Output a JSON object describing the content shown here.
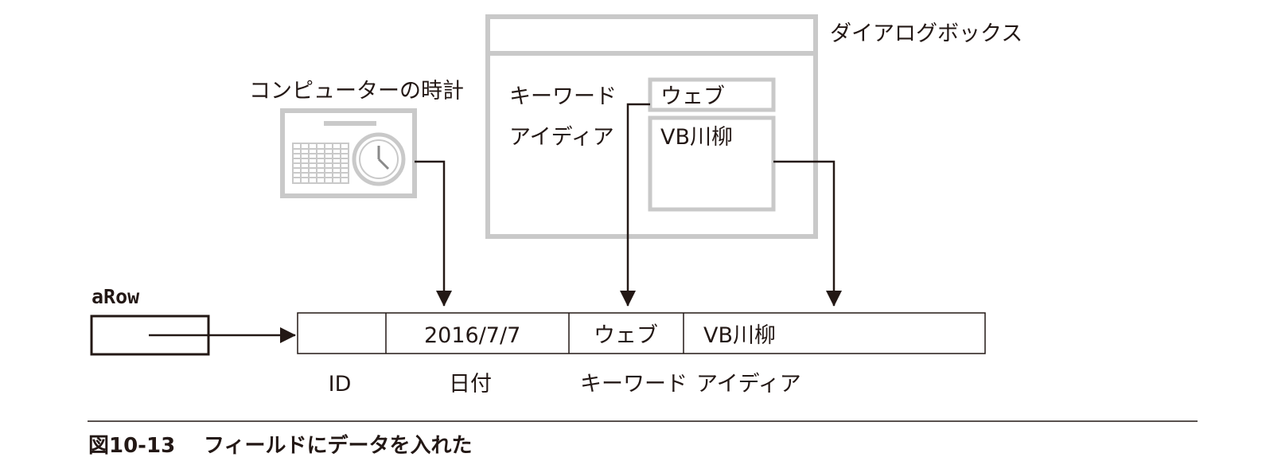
{
  "dialog": {
    "title": "ダイアログボックス",
    "keyword_label": "キーワード",
    "keyword_value": "ウェブ",
    "idea_label": "アイディア",
    "idea_value": "VB川柳"
  },
  "clock": {
    "title": "コンピューターの時計"
  },
  "variable": {
    "name": "aRow"
  },
  "record": {
    "fields": [
      {
        "value": "",
        "label": "ID"
      },
      {
        "value": "2016/7/7",
        "label": "日付"
      },
      {
        "value": "ウェブ",
        "label": "キーワード"
      },
      {
        "value": "VB川柳",
        "label": "アイディア"
      }
    ]
  },
  "caption": {
    "number": "図10-13",
    "text": "フィールドにデータを入れた"
  },
  "colors": {
    "ink": "#231815",
    "ui_gray": "#c9c9c9"
  }
}
